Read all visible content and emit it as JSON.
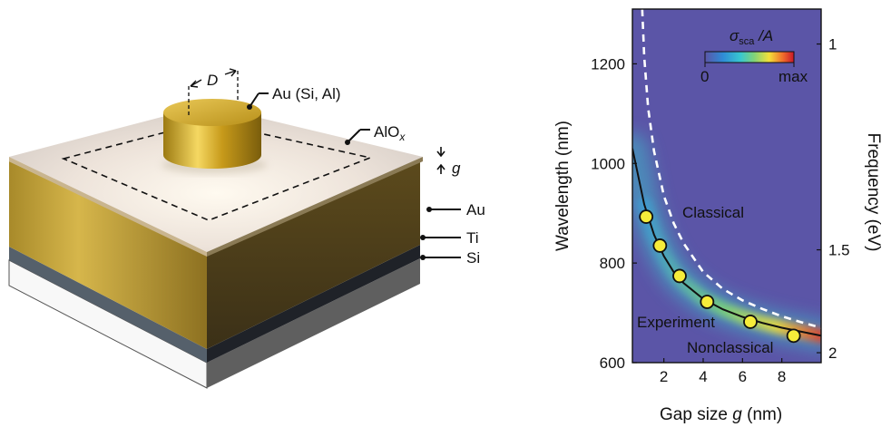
{
  "figure": {
    "left": {
      "labels": {
        "diameter": "D",
        "top_disk": "Au (Si, Al)",
        "spacer": "AlO",
        "spacer_sub": "x",
        "gap": "g",
        "layer_au": "Au",
        "layer_ti": "Ti",
        "layer_si": "Si"
      }
    },
    "right": {
      "colorbar": {
        "title_main": "σ",
        "title_sub": "sca",
        "title_tail": " /A",
        "min_label": "0",
        "max_label": "max"
      },
      "labels": {
        "classical": "Classical",
        "experiment": "Experiment",
        "nonclassical": "Nonclassical"
      },
      "colors": {
        "background": "#5b55a7",
        "experiment_text": "#f2e84a",
        "classical_text": "#ffffff",
        "marker_fill": "#f6ec3a"
      }
    }
  },
  "chart_data": {
    "type": "line",
    "xlabel_main": "Gap size ",
    "xlabel_var": "g",
    "xlabel_unit": "  (nm)",
    "ylabel": "Wavelength (nm)",
    "y2label": "Frequency (eV)",
    "xlim": [
      0.4,
      10.0
    ],
    "ylim": [
      600,
      1310
    ],
    "xticks": [
      "2",
      "4",
      "6",
      "8"
    ],
    "xtick_values": [
      2,
      4,
      6,
      8
    ],
    "yticks": [
      "600",
      "800",
      "1000",
      "1200"
    ],
    "ytick_values": [
      600,
      800,
      1000,
      1200
    ],
    "y2ticks": [
      "1",
      "1.5",
      "2"
    ],
    "y2tick_values_eV": [
      1,
      1.5,
      2
    ],
    "series": [
      {
        "name": "Experiment",
        "kind": "scatter",
        "x": [
          1.1,
          1.8,
          2.8,
          4.2,
          6.4,
          8.6
        ],
        "y": [
          893,
          835,
          774,
          722,
          682,
          654
        ]
      },
      {
        "name": "Nonclassical",
        "kind": "solid-line",
        "x": [
          0.4,
          1.0,
          1.5,
          2.0,
          2.5,
          3.0,
          4.0,
          5.0,
          6.0,
          7.0,
          8.0,
          9.0,
          10.0
        ],
        "y": [
          1030,
          918,
          857,
          814,
          782,
          760,
          728,
          707,
          692,
          680,
          670,
          662,
          654
        ]
      },
      {
        "name": "Classical",
        "kind": "dashed-line",
        "x": [
          0.9,
          1.0,
          1.2,
          1.5,
          2.0,
          2.5,
          3.0,
          4.0,
          5.0,
          6.0,
          7.0,
          8.0,
          9.0,
          10.0
        ],
        "y": [
          1310,
          1215,
          1112,
          1025,
          935,
          880,
          840,
          782,
          748,
          725,
          708,
          693,
          681,
          670
        ]
      }
    ]
  }
}
